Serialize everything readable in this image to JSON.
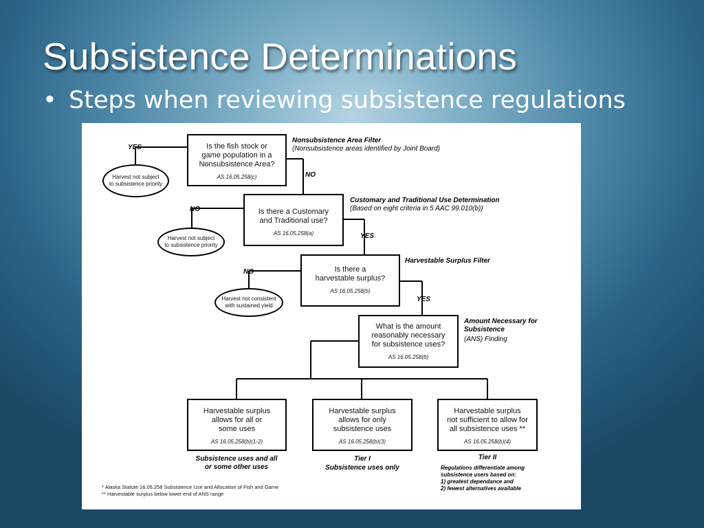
{
  "slide": {
    "title": "Subsistence Determinations",
    "bullet": "Steps when reviewing subsistence regulations"
  },
  "diagram": {
    "steps": [
      {
        "question": "Is the fish stock or\ngame population in a\nNonsubsistence Area?",
        "ref": "AS 16.05.258(c)",
        "filter_title": "Nonsubsistence Area Filter",
        "filter_note": "(Nonsubsistence areas identified by Joint Board)",
        "side_label": "YES",
        "side_outcome": "Harvest not subject\nto subsistence priority",
        "continue_label": "NO"
      },
      {
        "question": "Is there a Customary\nand Traditional use?",
        "ref": "AS 16.05.258(a)",
        "filter_title": "Customary and Traditional Use Determination",
        "filter_note": "(Based on eight criteria in 5 AAC 99.010(b))",
        "side_label": "NO",
        "side_outcome": "Harvest not subject\nto subsistence priority",
        "continue_label": "YES"
      },
      {
        "question": "Is there a\nharvestable surplus?",
        "ref": "AS 16.05.258(b)",
        "filter_title": "Harvestable Surplus Filter",
        "filter_note": "",
        "side_label": "NO",
        "side_outcome": "Harvest not consistent\nwith sustained yield",
        "continue_label": "YES"
      },
      {
        "question": "What is the amount\nreasonably necessary\nfor subsistence uses?",
        "ref": "AS 16.05.258(b)",
        "filter_title": "Amount Necessary for\nSubsistence",
        "filter_note": "(ANS) Finding"
      }
    ],
    "outcomes": [
      {
        "text": "Harvestable surplus\nallows for all or\nsome uses",
        "ref": "AS 16.05.258(b)(1-2)",
        "caption": "Subsistence uses and all\nor some other uses",
        "tier": "",
        "detail": ""
      },
      {
        "text": "Harvestable surplus\nallows for only\nsubsistence uses",
        "ref": "AS 16.05.258(b)(3)",
        "caption": "Subsistence uses only",
        "tier": "Tier I",
        "detail": ""
      },
      {
        "text": "Harvestable surplus\nnot sufficient to allow for\nall subsistence uses **",
        "ref": "AS 16.05.258(b)(4)",
        "caption": "",
        "tier": "Tier II",
        "detail": "Regulations differentiate among\nsubsistence users based on:\n1) greatest dependance and\n2) fewest alternatives available"
      }
    ],
    "footnotes": [
      "* Alaska Statute 16.05.258 Subsistence Use and Allocation of Fish and Game",
      "** Harvestable surplus below lower end of ANS range"
    ]
  }
}
